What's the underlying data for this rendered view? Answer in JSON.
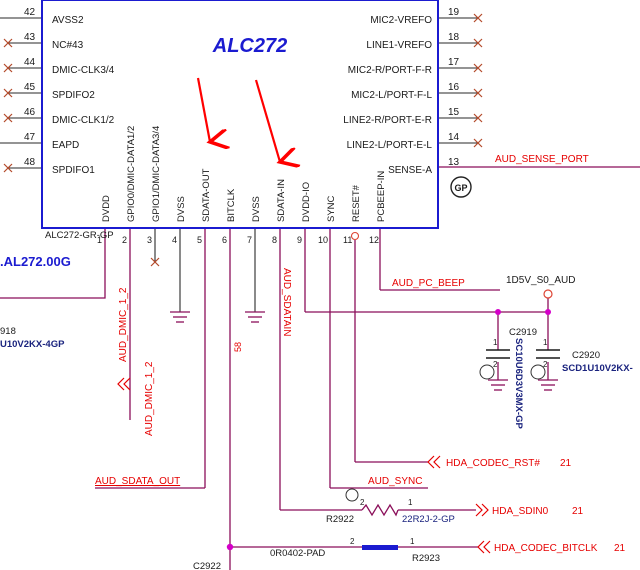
{
  "chip": {
    "title": "ALC272",
    "part_number": "ALC272-GR-GP",
    "part_label": ".AL272.00G"
  },
  "left_pins": [
    {
      "num": "42",
      "name": "AVSS2"
    },
    {
      "num": "43",
      "name": "NC#43"
    },
    {
      "num": "44",
      "name": "DMIC-CLK3/4"
    },
    {
      "num": "45",
      "name": "SPDIFO2"
    },
    {
      "num": "46",
      "name": "DMIC-CLK1/2"
    },
    {
      "num": "47",
      "name": "EAPD"
    },
    {
      "num": "48",
      "name": "SPDIFO1"
    }
  ],
  "right_pins": [
    {
      "num": "19",
      "name": "MIC2-VREFO"
    },
    {
      "num": "18",
      "name": "LINE1-VREFO"
    },
    {
      "num": "17",
      "name": "MIC2-R/PORT-F-R"
    },
    {
      "num": "16",
      "name": "MIC2-L/PORT-F-L"
    },
    {
      "num": "15",
      "name": "LINE2-R/PORT-E-R"
    },
    {
      "num": "14",
      "name": "LINE2-L/PORT-E-L"
    },
    {
      "num": "13",
      "name": "SENSE-A"
    }
  ],
  "bottom_pins": [
    {
      "num": "1",
      "name": "DVDD"
    },
    {
      "num": "2",
      "name": "GPIO0/DMIC-DATA1/2"
    },
    {
      "num": "3",
      "name": "GPIO1/DMIC-DATA3/4"
    },
    {
      "num": "4",
      "name": "DVSS"
    },
    {
      "num": "5",
      "name": "SDATA-OUT"
    },
    {
      "num": "6",
      "name": "BITCLK"
    },
    {
      "num": "7",
      "name": "DVSS"
    },
    {
      "num": "8",
      "name": "SDATA-IN"
    },
    {
      "num": "9",
      "name": "DVDD-IO"
    },
    {
      "num": "10",
      "name": "SYNC"
    },
    {
      "num": "11",
      "name": "RESET#"
    },
    {
      "num": "12",
      "name": "PCBEEP-IN"
    }
  ],
  "nets": {
    "sense": "AUD_SENSE_PORT",
    "pc_beep": "AUD_PC_BEEP",
    "power": "1D5V_S0_AUD",
    "dmic": "AUD_DMIC_1_2",
    "dmic_port": "AUD_DMIC_1_2",
    "sdatain": "AUD_SDATAIN",
    "sdata_out": "AUD_SDATA_OUT",
    "sync": "AUD_SYNC",
    "bitclk_node": "58",
    "codec_rst": "HDA_CODEC_RST#",
    "codec_rst_page": "21",
    "sdin0": "HDA_SDIN0",
    "sdin0_page": "21",
    "codec_bitclk": "HDA_CODEC_BITCLK",
    "codec_bitclk_page": "21"
  },
  "components": {
    "c2919_ref": "C2919",
    "c2919_value": "SC10U6D3V3MX-GP",
    "c2920_ref": "C2920",
    "c2920_value": "SCD1U10V2KX-",
    "left_ref": "918",
    "left_value": "U10V2KX-4GP",
    "r2922_ref": "R2922",
    "r2922_value": "22R2J-2-GP",
    "r2922_pin_left": "2",
    "r2922_pin_right": "1",
    "r2923_ref": "R2923",
    "r2923_value": "0R0402-PAD",
    "r2923_pin_left": "2",
    "r2923_pin_right": "1",
    "c2922_ref": "C2922",
    "cap_pin_top": "1",
    "cap_pin_bottom": "2",
    "gp_label": "GP"
  },
  "colors": {
    "chip_border": "#1b1bd0",
    "wire": "#8b0f5a",
    "net_label": "#e60000",
    "annotation_arrow": "#ff0000",
    "text": "#1a1a1a"
  }
}
